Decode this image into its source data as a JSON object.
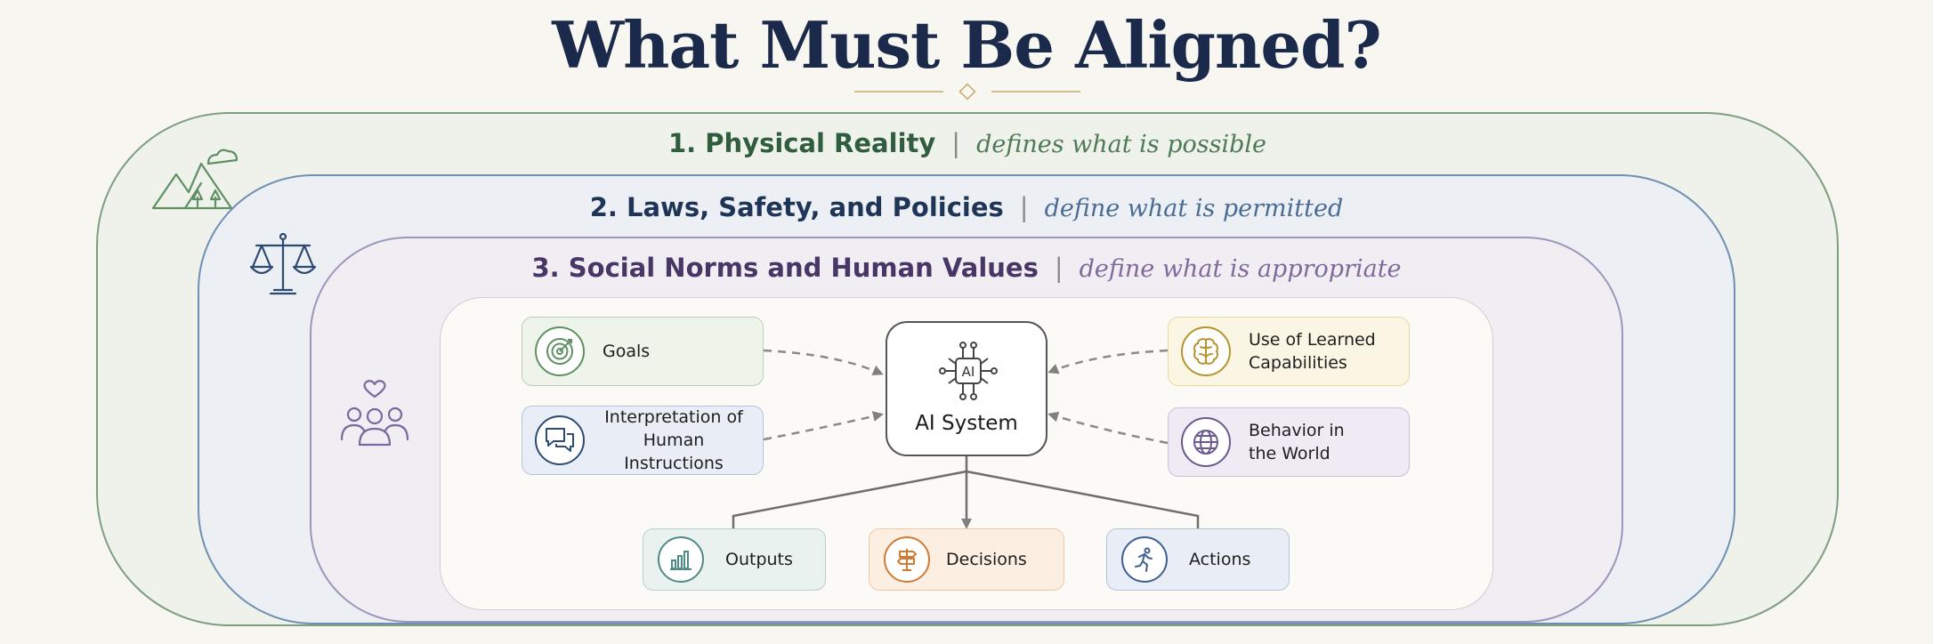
{
  "title": "What Must Be Aligned?",
  "layers": [
    {
      "num": "1. Physical Reality",
      "desc": "defines what is possible",
      "icon": "mountains-icon",
      "color": "#2f5d3e"
    },
    {
      "num": "2. Laws, Safety, and Policies",
      "desc": "define what is permitted",
      "icon": "scales-icon",
      "color": "#1f3558"
    },
    {
      "num": "3. Social Norms and Human Values",
      "desc": "define what is appropriate",
      "icon": "people-heart-icon",
      "color": "#483766"
    }
  ],
  "center": {
    "label": "AI System",
    "chip_text": "AI",
    "icon": "ai-chip-icon"
  },
  "inputs_left": [
    {
      "label": "Goals",
      "icon": "target-icon",
      "color": "#5f8f63"
    },
    {
      "label": "Interpretation of\nHuman Instructions",
      "icon": "chat-bubbles-icon",
      "color": "#2c4a72"
    }
  ],
  "inputs_right": [
    {
      "label": "Use of Learned\nCapabilities",
      "icon": "brain-icon",
      "color": "#b5942e"
    },
    {
      "label": "Behavior in\nthe World",
      "icon": "globe-icon",
      "color": "#6b5a8e"
    }
  ],
  "outputs": [
    {
      "label": "Outputs",
      "icon": "bar-chart-icon",
      "color": "#4f8a86"
    },
    {
      "label": "Decisions",
      "icon": "signpost-icon",
      "color": "#d07a34"
    },
    {
      "label": "Actions",
      "icon": "running-person-icon",
      "color": "#3d5f8f"
    }
  ]
}
